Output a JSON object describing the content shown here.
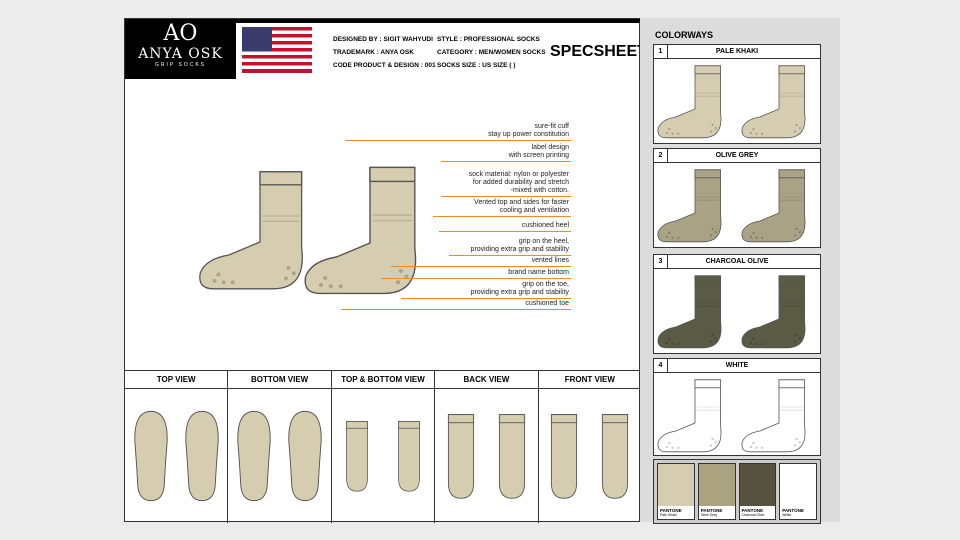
{
  "header": {
    "logo_mono": "AO",
    "logo_brand": "ANYA OSK",
    "logo_sub": "GRIP SOCKS",
    "designed_by": "DESIGNED BY : SIGIT WAHYUDI",
    "trademark": "TRADEMARK : ANYA OSK",
    "code": "CODE PRODUCT & DESIGN : 001",
    "style": "STYLE : PROFESSIONAL SOCKS",
    "category": "CATEGORY : MEN/WOMEN SOCKS",
    "size": "SOCKS SIZE : US SIZE (   )",
    "title": "SPECSHEET"
  },
  "callouts": [
    "sure-fit cuff\nstay up power constitution",
    "label design\nwith screen printing",
    "sock material: nylon or polyester\nfor added durability and stretch\n-mixed with cotton.",
    "Vented top and sides for faster\ncooling and ventilation",
    "cushioned heel",
    "grip on the heel,\nproviding extra grip and stability",
    "vented lines",
    "brand name bottom",
    "grip on the toe,\nproviding extra grip and stability",
    "cushioned toe"
  ],
  "views": [
    "TOP VIEW",
    "BOTTOM VIEW",
    "TOP & BOTTOM VIEW",
    "BACK VIEW",
    "FRONT VIEW"
  ],
  "colorways": {
    "title": "COLORWAYS",
    "items": [
      {
        "num": "1",
        "name": "PALE KHAKI",
        "color": "#d6cdb0"
      },
      {
        "num": "2",
        "name": "OLIVE GREY",
        "color": "#a9a285"
      },
      {
        "num": "3",
        "name": "CHARCOAL OLIVE",
        "color": "#5b5a45"
      },
      {
        "num": "4",
        "name": "WHITE",
        "color": "#ffffff"
      }
    ]
  },
  "swatches": [
    {
      "label": "PANTONE",
      "name": "Pale Khaki",
      "color": "#d6cdb0"
    },
    {
      "label": "PANTONE",
      "name": "Olive Grey",
      "color": "#aba27f"
    },
    {
      "label": "PANTONE",
      "name": "Charcoal Olive",
      "color": "#56523f"
    },
    {
      "label": "PANTONE",
      "name": "White",
      "color": "#ffffff"
    }
  ],
  "main_color": "#d6cdb0"
}
